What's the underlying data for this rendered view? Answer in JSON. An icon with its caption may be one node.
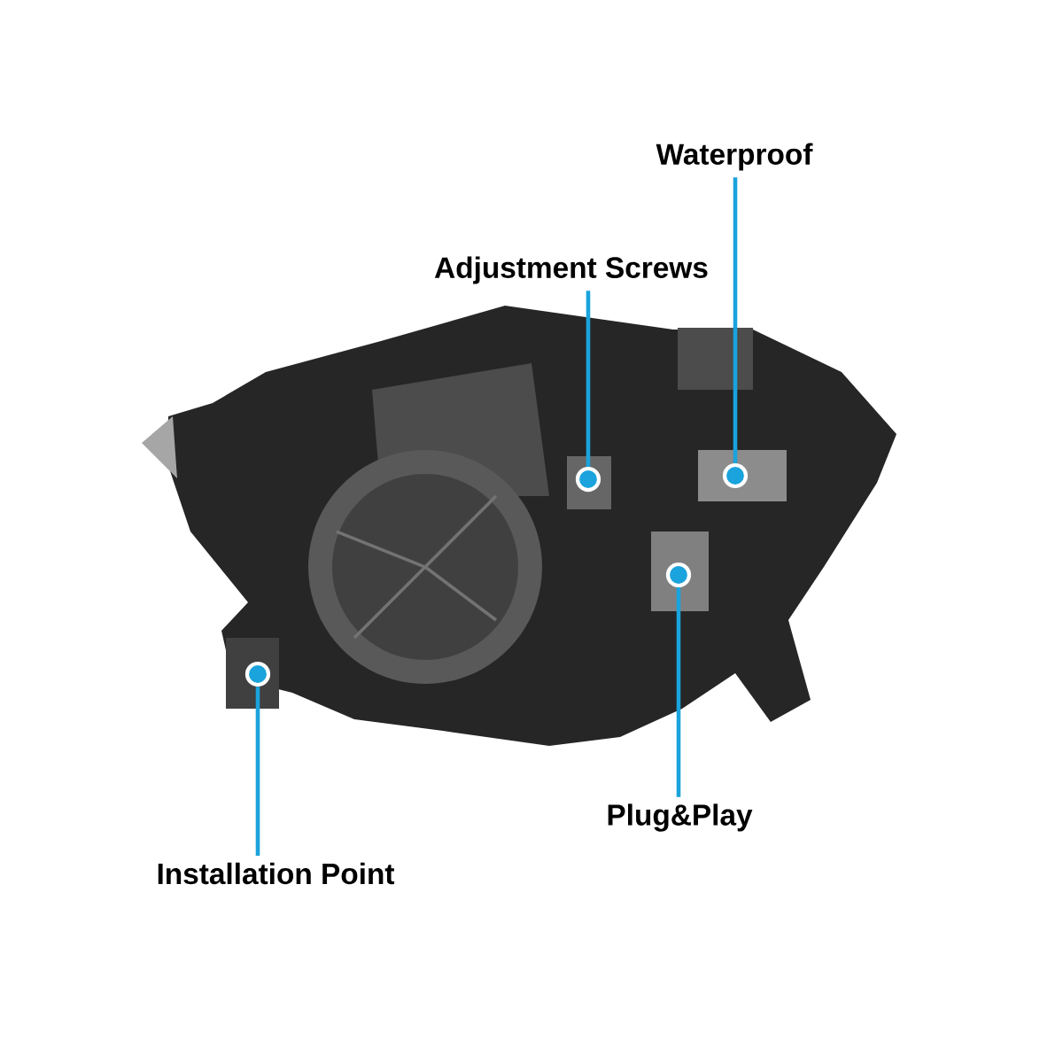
{
  "diagram": {
    "nodes": [
      {
        "text": [
          "Waterproof"
        ]
      },
      {
        "text": [
          "Adjustment Screws"
        ]
      },
      {
        "text": [
          "Plug&Play"
        ]
      },
      {
        "text": [
          "Installation Point"
        ]
      },
      {
        "text": [],
        "shape": "circle"
      },
      {
        "text": [],
        "shape": "circle"
      },
      {
        "text": [],
        "shape": "circle"
      },
      {
        "text": [],
        "shape": "circle"
      }
    ],
    "edges": [
      {
        "from": 0,
        "to": 5,
        "arrow": "none"
      },
      {
        "from": 1,
        "to": 4,
        "arrow": "none"
      },
      {
        "from": 2,
        "to": 6,
        "arrow": "none"
      },
      {
        "from": 3,
        "to": 7,
        "arrow": "none"
      }
    ]
  }
}
